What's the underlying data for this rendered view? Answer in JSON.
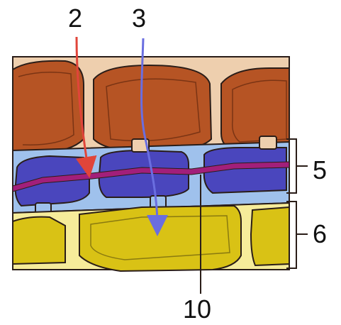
{
  "labels": {
    "two": "2",
    "three": "3",
    "five": "5",
    "six": "6",
    "ten": "10"
  },
  "colors": {
    "outer_cell_fill": "#b65424",
    "outer_cell_dark": "#8a3c18",
    "outer_cell_wall": "#eecfae",
    "middle_layer_bg": "#9fc1ec",
    "middle_cell_fill": "#4a46bd",
    "middle_cell_dark": "#302c8c",
    "band": "#a21f7a",
    "inner_cell_fill": "#d9c215",
    "inner_cell_wall": "#f6ec9a",
    "red_arrow": "#e0453a",
    "blue_arrow": "#6a6ee0",
    "outline": "#2a1d18"
  }
}
